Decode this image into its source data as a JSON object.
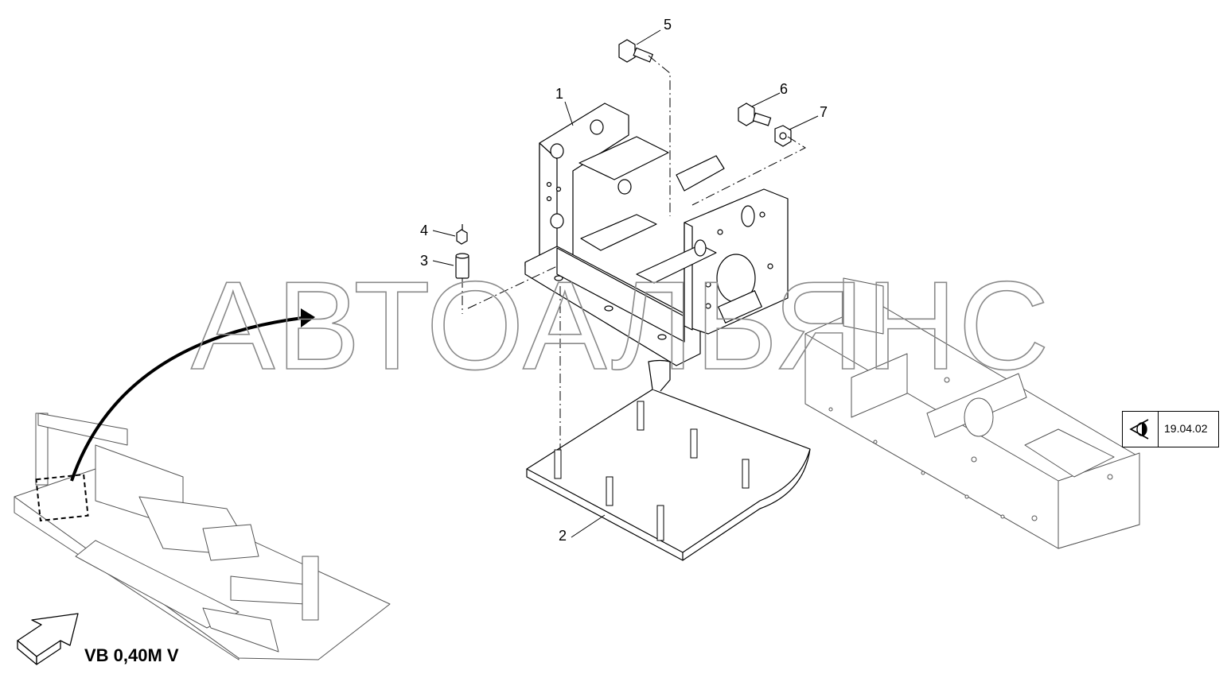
{
  "watermark": "АВТОАЛЬЯНС",
  "callouts": [
    "1",
    "2",
    "3",
    "4",
    "5",
    "6",
    "7"
  ],
  "reference": {
    "icon": "eye-icon",
    "page": "19.04.02"
  },
  "model_label": "VB 0,40M V"
}
